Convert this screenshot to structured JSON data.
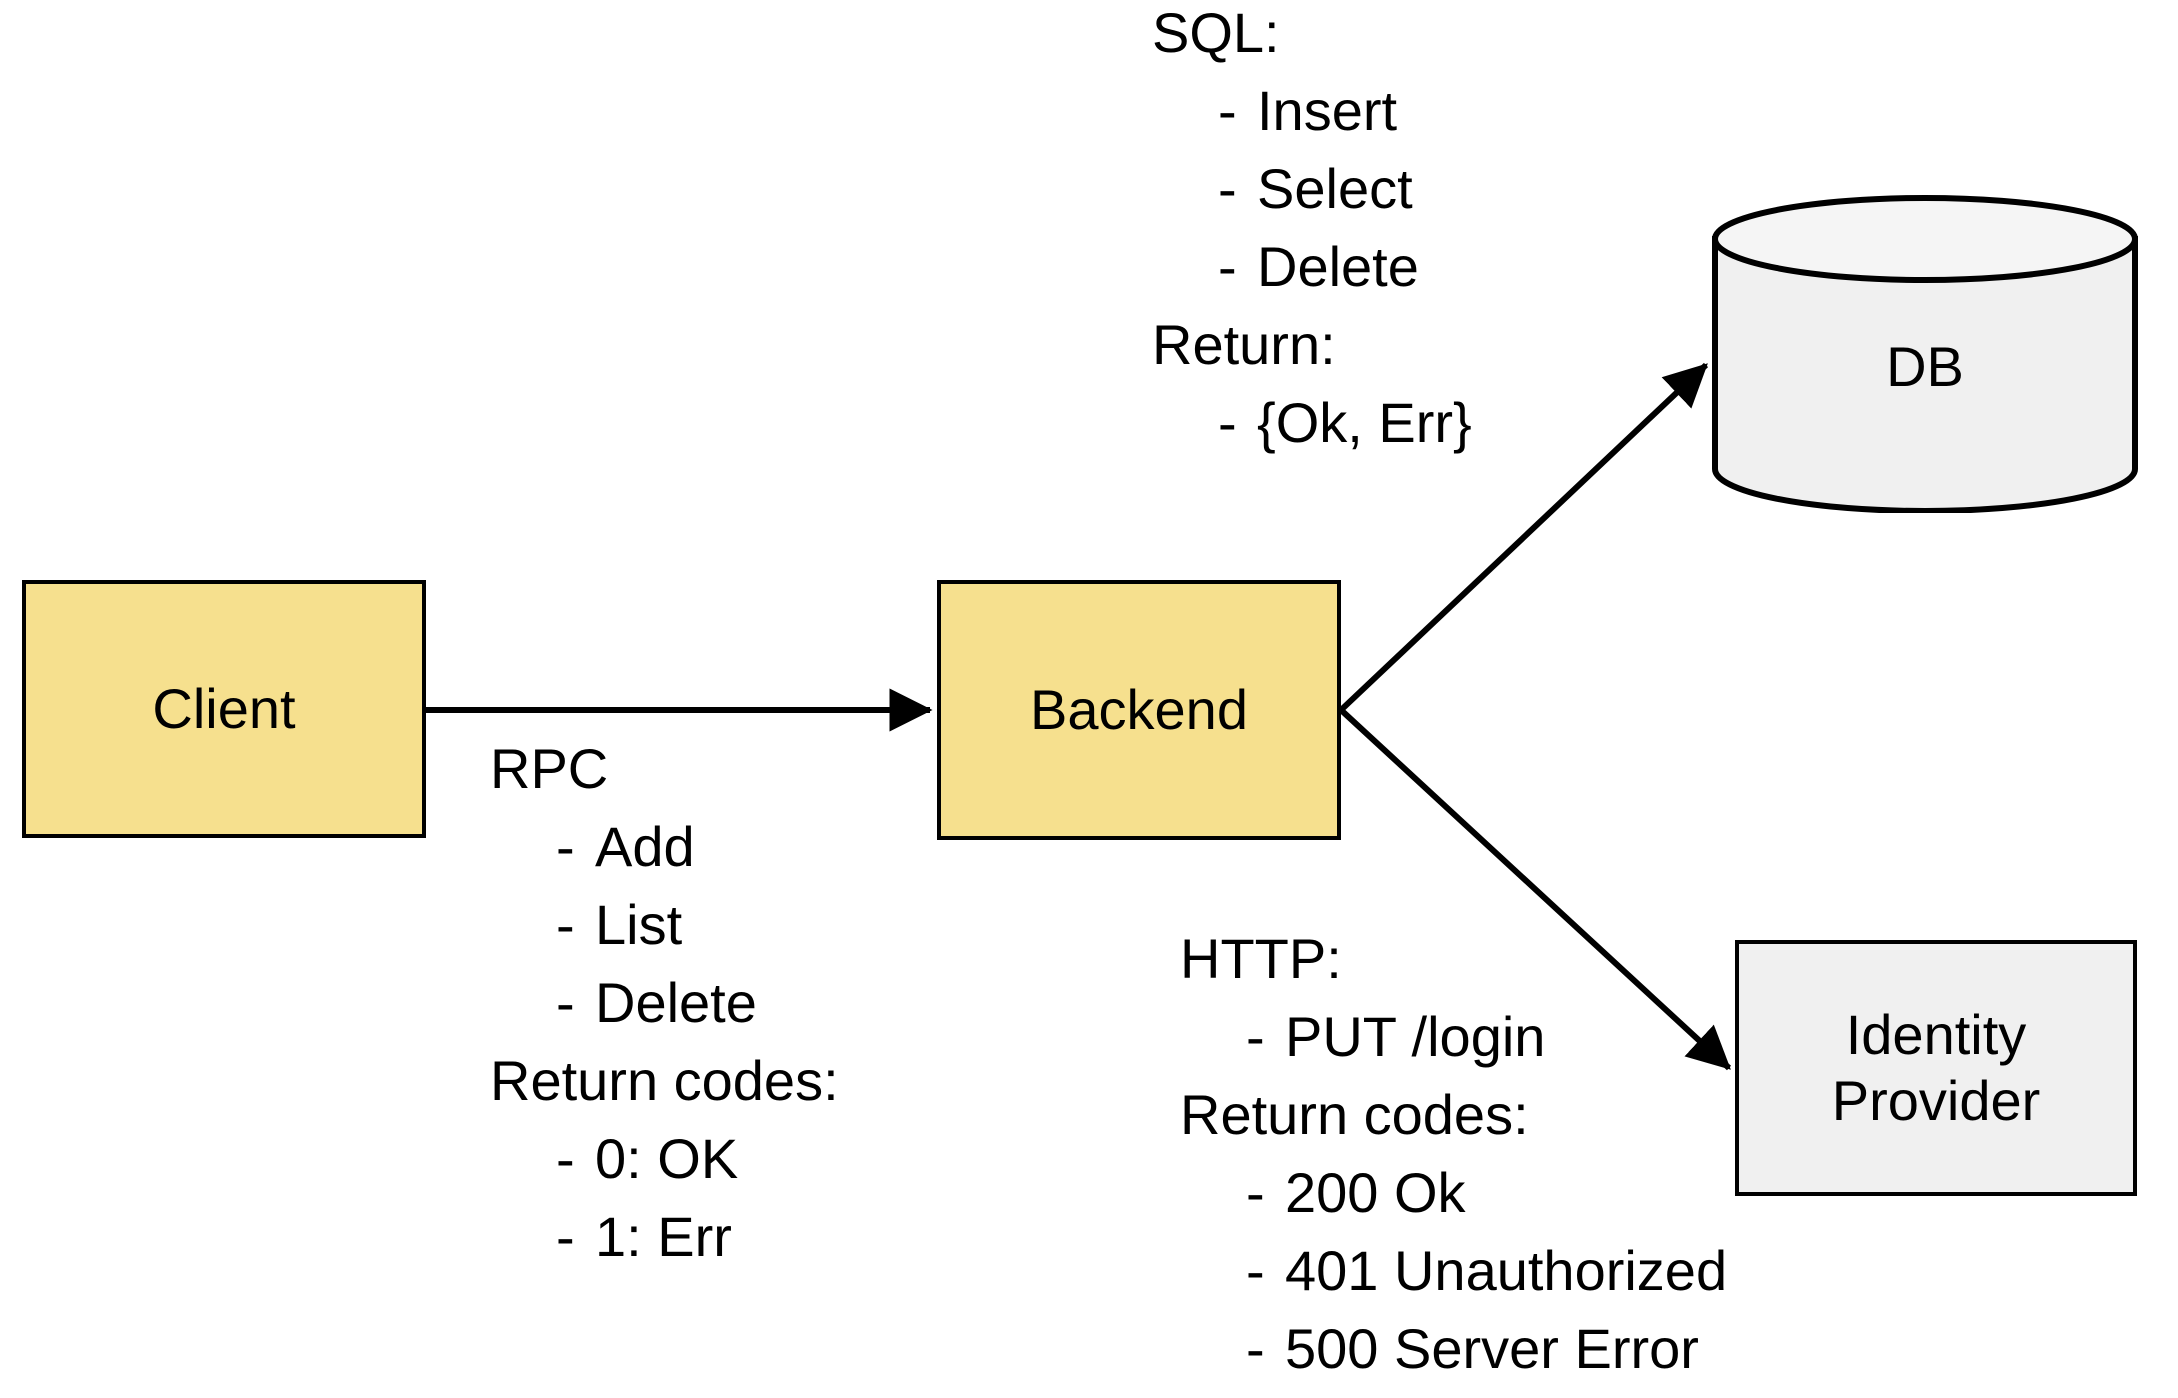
{
  "diagram": {
    "title": "Client / Backend / DB / Identity Provider architecture",
    "background": "#ffffff",
    "stroke": "#000000",
    "colors": {
      "service_fill": "#F6E08E",
      "store_fill": "#F0F0F0",
      "edge": "#000000"
    }
  },
  "nodes": {
    "client": {
      "label": "Client",
      "shape": "rectangle",
      "fill": "#F6E08E"
    },
    "backend": {
      "label": "Backend",
      "shape": "rectangle",
      "fill": "#F6E08E"
    },
    "db": {
      "label": "DB",
      "shape": "cylinder",
      "fill": "#F0F0F0"
    },
    "identity_provider": {
      "label": "Identity\nProvider",
      "shape": "rectangle",
      "fill": "#F0F0F0"
    }
  },
  "edges": [
    {
      "name": "client-to-backend",
      "from": "client",
      "to": "backend",
      "arrow": "end",
      "annotation": "rpc"
    },
    {
      "name": "backend-to-db",
      "from": "backend",
      "to": "db",
      "arrow": "end",
      "annotation": "sql"
    },
    {
      "name": "backend-to-identity-provider",
      "from": "backend",
      "to": "identity_provider",
      "arrow": "end",
      "annotation": "http"
    }
  ],
  "annotations": {
    "rpc": {
      "title": "RPC",
      "items": [
        {
          "bullet": "-",
          "text": "Add"
        },
        {
          "bullet": "-",
          "text": "List"
        },
        {
          "bullet": "-",
          "text": "Delete"
        }
      ],
      "subtitle": "Return codes:",
      "sub_items": [
        {
          "bullet": "-",
          "text": "0: OK"
        },
        {
          "bullet": "-",
          "text": "1: Err"
        }
      ]
    },
    "sql": {
      "title": "SQL:",
      "items": [
        {
          "bullet": "-",
          "text": "Insert"
        },
        {
          "bullet": "-",
          "text": "Select"
        },
        {
          "bullet": "-",
          "text": "Delete"
        }
      ],
      "subtitle": "Return:",
      "sub_items": [
        {
          "bullet": "-",
          "text": "{Ok, Err}"
        }
      ]
    },
    "http": {
      "title": "HTTP:",
      "items": [
        {
          "bullet": "-",
          "text": "PUT /login"
        }
      ],
      "subtitle": "Return codes:",
      "sub_items": [
        {
          "bullet": "-",
          "text": "200 Ok"
        },
        {
          "bullet": "-",
          "text": "401 Unauthorized"
        },
        {
          "bullet": "-",
          "text": "500 Server Error"
        }
      ]
    }
  }
}
